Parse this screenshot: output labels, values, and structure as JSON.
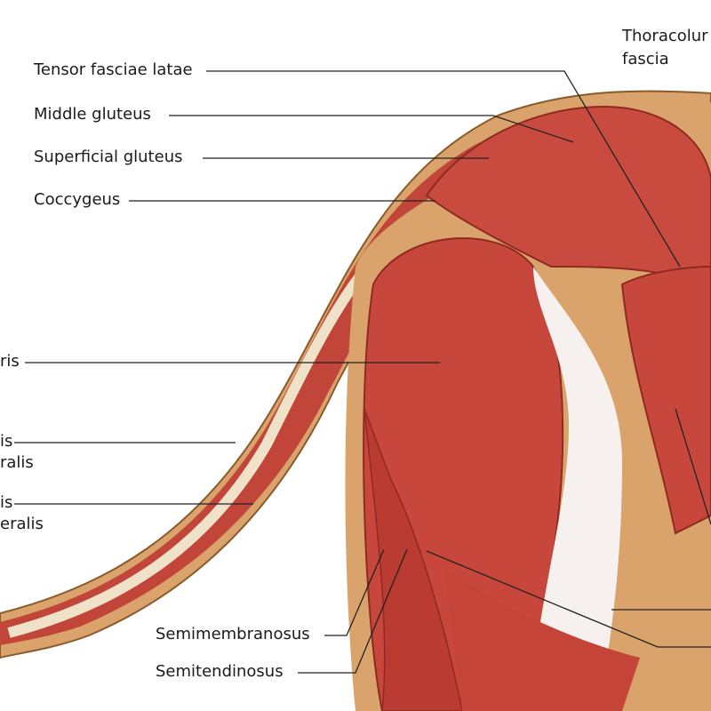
{
  "labels": {
    "tensor_fasciae_latae": "Tensor fasciae latae",
    "middle_gluteus": "Middle gluteus",
    "superficial_gluteus": "Superficial gluteus",
    "coccygeus": "Coccygeus",
    "ris": "ris",
    "is_1": "is",
    "ralis": "ralis",
    "is_2": "is",
    "eralis": "eralis",
    "semimembranosus": "Semimembranosus",
    "semitendinosus": "Semitendinosus",
    "thoracolumbar_1": "Thoracolur",
    "thoracolumbar_2": "fascia"
  }
}
